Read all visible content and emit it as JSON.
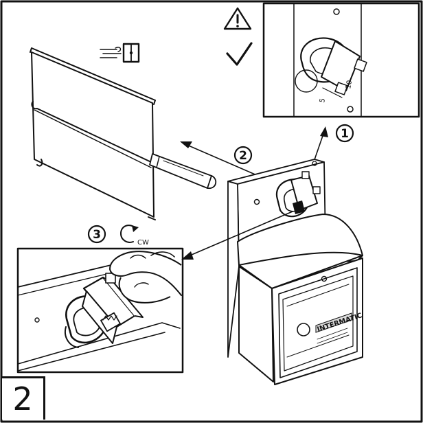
{
  "step": {
    "number": "2"
  },
  "callouts": {
    "c1": "1",
    "c2": "2",
    "c3": "3"
  },
  "rotation": {
    "label": "CW"
  },
  "scale": {
    "ten": "10",
    "five": "5"
  },
  "brand": {
    "label": "INTERMATIC"
  },
  "icons": [
    "warning-icon",
    "check-icon",
    "airflow-damper-icon",
    "clockwise-arrow-icon"
  ],
  "colors": {
    "ink": "#111111",
    "paper": "#ffffff",
    "shade": "#dddddd"
  }
}
